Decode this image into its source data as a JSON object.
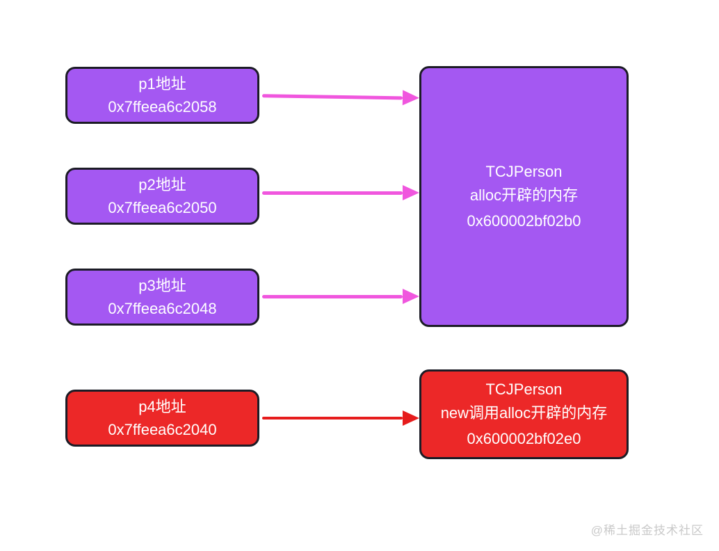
{
  "pointers": [
    {
      "id": "p1",
      "label": "p1地址",
      "address": "0x7ffeea6c2058",
      "color": "#a458f2"
    },
    {
      "id": "p2",
      "label": "p2地址",
      "address": "0x7ffeea6c2050",
      "color": "#a458f2"
    },
    {
      "id": "p3",
      "label": "p3地址",
      "address": "0x7ffeea6c2048",
      "color": "#a458f2"
    },
    {
      "id": "p4",
      "label": "p4地址",
      "address": "0x7ffeea6c2040",
      "color": "#ec2828"
    }
  ],
  "memory_blocks": [
    {
      "id": "alloc",
      "title": "TCJPerson",
      "subtitle": "alloc开辟的内存",
      "address": "0x600002bf02b0",
      "color": "#a458f2"
    },
    {
      "id": "new_alloc",
      "title": "TCJPerson",
      "subtitle": "new调用alloc开辟的内存",
      "address": "0x600002bf02e0",
      "color": "#ec2828"
    }
  ],
  "arrows": [
    {
      "from": "p1",
      "to": "alloc",
      "color": "#f056de"
    },
    {
      "from": "p2",
      "to": "alloc",
      "color": "#f056de"
    },
    {
      "from": "p3",
      "to": "alloc",
      "color": "#f056de"
    },
    {
      "from": "p4",
      "to": "new_alloc",
      "color": "#e61c1c"
    }
  ],
  "colors": {
    "purple_box": "#a458f2",
    "red_box": "#ec2828",
    "pink_arrow": "#f056de",
    "red_arrow": "#e61c1c",
    "box_border": "#1c1c26",
    "box_text": "#ffffff",
    "background": "#ffffff",
    "watermark": "#c9c9c9"
  },
  "watermark": "@稀土掘金技术社区"
}
